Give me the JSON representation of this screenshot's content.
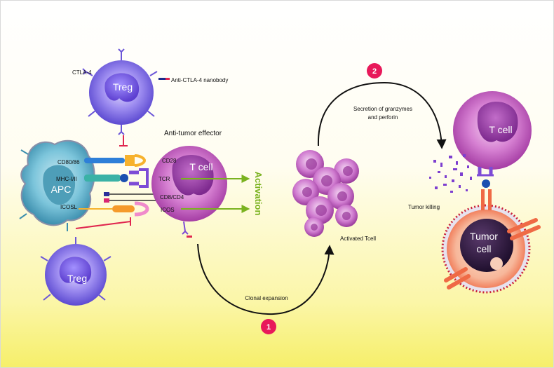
{
  "labels": {
    "ctla4": "CTLA-4",
    "nanobody": "Anti-CTLA-4 nanobody",
    "treg_top": "Treg",
    "treg_bottom": "Treg",
    "effector_title": "Anti-tumor effector",
    "cd80": "CD80/86",
    "mhc": "MHC-I/II",
    "apc": "APC",
    "icosl": "ICOSL",
    "cd28": "CD28",
    "tcr": "TCR",
    "cd8": "CD8/CD4",
    "icos": "ICOS",
    "tcell_left": "T cell",
    "activation": "Activation",
    "clonal": "Clonal expansion",
    "activated": "Activated Tcell",
    "secretion_line1": "Secretion of granzymes",
    "secretion_line2": "and perforin",
    "tcell_right": "T cell",
    "tumor_killing": "Tumor killing",
    "tumor_line1": "Tumor",
    "tumor_line2": "cell",
    "badge1": "1",
    "badge2": "2"
  },
  "colors": {
    "activation_green": "#7ab21f",
    "badge_pink": "#e8195a",
    "inhibit_red": "#e0264f",
    "tcell_purple": "#a43aa3",
    "treg_purple": "#6b56d8",
    "apc_teal": "#4aa6c2",
    "tumor_orange": "#f05a3a"
  },
  "icons": [
    "inhibition-bar-icon",
    "activation-arrow-icon",
    "receptor-y-icon"
  ]
}
